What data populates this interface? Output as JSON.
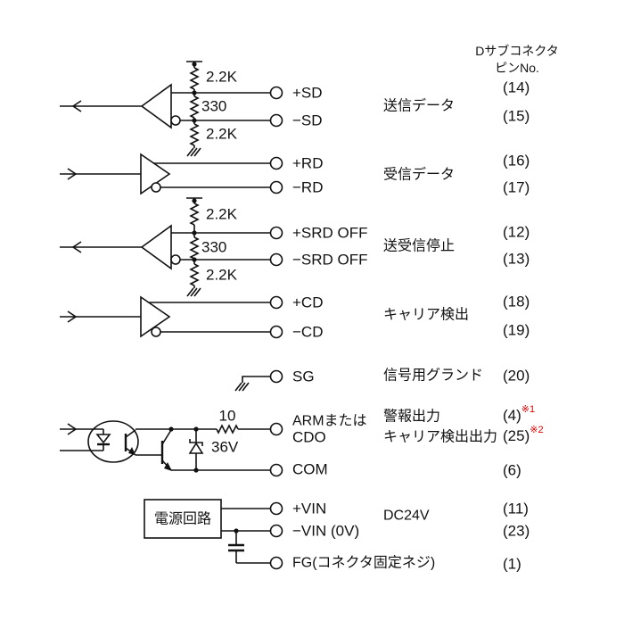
{
  "header": {
    "line1": "Dサブコネクタ",
    "line2": "ピンNo."
  },
  "signals": {
    "sd": {
      "terminal_plus": "+SD",
      "terminal_minus": "−SD",
      "description": "送信データ",
      "pin_plus": "(14)",
      "pin_minus": "(15)",
      "r_top": "2.2K",
      "r_mid": "330",
      "r_bottom": "2.2K"
    },
    "rd": {
      "terminal_plus": "+RD",
      "terminal_minus": "−RD",
      "description": "受信データ",
      "pin_plus": "(16)",
      "pin_minus": "(17)"
    },
    "srd": {
      "terminal_plus": "+SRD OFF",
      "terminal_minus": "−SRD OFF",
      "description": "送受信停止",
      "pin_plus": "(12)",
      "pin_minus": "(13)",
      "r_top": "2.2K",
      "r_mid": "330",
      "r_bottom": "2.2K"
    },
    "cd": {
      "terminal_plus": "+CD",
      "terminal_minus": "−CD",
      "description": "キャリア検出",
      "pin_plus": "(18)",
      "pin_minus": "(19)"
    },
    "sg": {
      "terminal": "SG",
      "description": "信号用グランド",
      "pin": "(20)"
    },
    "alarm": {
      "terminal_line1": "ARMまたは",
      "terminal_line2": "CDO",
      "description_line1": "警報出力",
      "description_line2": "キャリア検出出力",
      "pin1": "(4)",
      "pin1_note": "※1",
      "pin2": "(25)",
      "pin2_note": "※2",
      "resistor": "10",
      "zener": "36V"
    },
    "com": {
      "terminal": "COM",
      "pin": "(6)"
    },
    "power": {
      "box_label": "電源回路",
      "terminal_plus": "+VIN",
      "terminal_minus": "−VIN (0V)",
      "description": "DC24V",
      "pin_plus": "(11)",
      "pin_minus": "(23)"
    },
    "fg": {
      "terminal": "FG(コネクタ固定ネジ)",
      "pin": "(1)"
    }
  },
  "colors": {
    "ink": "#111111",
    "note_red": "#dd0000",
    "background": "#ffffff"
  }
}
